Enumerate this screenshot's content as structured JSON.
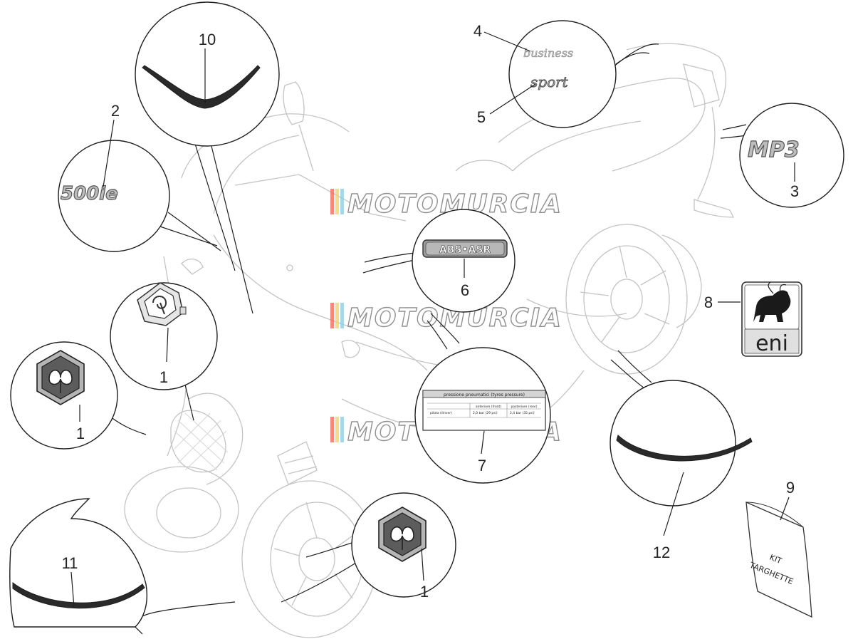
{
  "watermark": {
    "text": "MOTOMURCIA",
    "stripe_colors": [
      "#f06a5a",
      "#f2d36a",
      "#8fd0e0"
    ]
  },
  "badges": {
    "model_500ie": "500ie",
    "business": "business",
    "sport": "sport",
    "mp3": "MP3",
    "abs_asr": "ABS•ASR",
    "eni": "eni",
    "kit": [
      "KIT",
      "TARGHETTE"
    ]
  },
  "tyre_label": {
    "title": "pressione pneumatici (tyres pressure)",
    "col1": "anteriore (front)",
    "col2": "posteriore (rear)",
    "row_label": "pilota (driver)",
    "front_value": "2,0 bar (29 psi)",
    "rear_value": "2,4 bar (35 psi)"
  },
  "callouts": [
    {
      "id": "1",
      "label": "1"
    },
    {
      "id": "1b",
      "label": "1"
    },
    {
      "id": "1c",
      "label": "1"
    },
    {
      "id": "2",
      "label": "2"
    },
    {
      "id": "3",
      "label": "3"
    },
    {
      "id": "4",
      "label": "4"
    },
    {
      "id": "5",
      "label": "5"
    },
    {
      "id": "6",
      "label": "6"
    },
    {
      "id": "7",
      "label": "7"
    },
    {
      "id": "8",
      "label": "8"
    },
    {
      "id": "9",
      "label": "9"
    },
    {
      "id": "10",
      "label": "10"
    },
    {
      "id": "11",
      "label": "11"
    },
    {
      "id": "12",
      "label": "12"
    }
  ],
  "colors": {
    "line": "#1e1e1e",
    "scooter_outline": "#c4c4c4",
    "badge_grey": "#8a8a8a"
  }
}
